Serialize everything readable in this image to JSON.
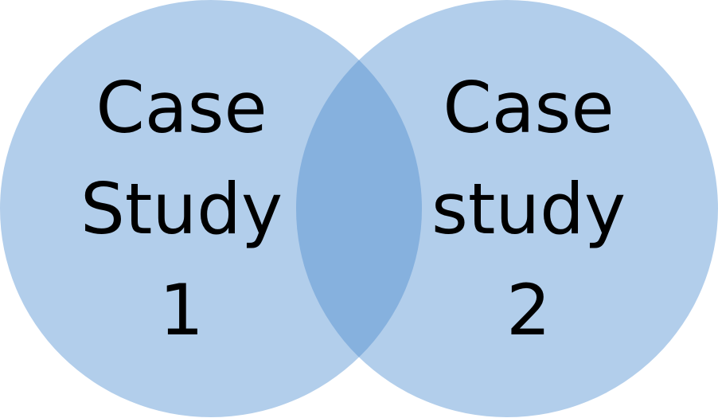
{
  "diagram": {
    "type": "venn",
    "circles": [
      {
        "id": "left",
        "lines": [
          "Case",
          "Study",
          "1"
        ]
      },
      {
        "id": "right",
        "lines": [
          "Case",
          "study",
          "2"
        ]
      }
    ],
    "colors": {
      "circle_fill": "#a5c6e8",
      "circle_fill_opacity": 0.85,
      "overlap_tint": "#6b9fd6",
      "text": "#000000",
      "background": "#ffffff"
    }
  }
}
